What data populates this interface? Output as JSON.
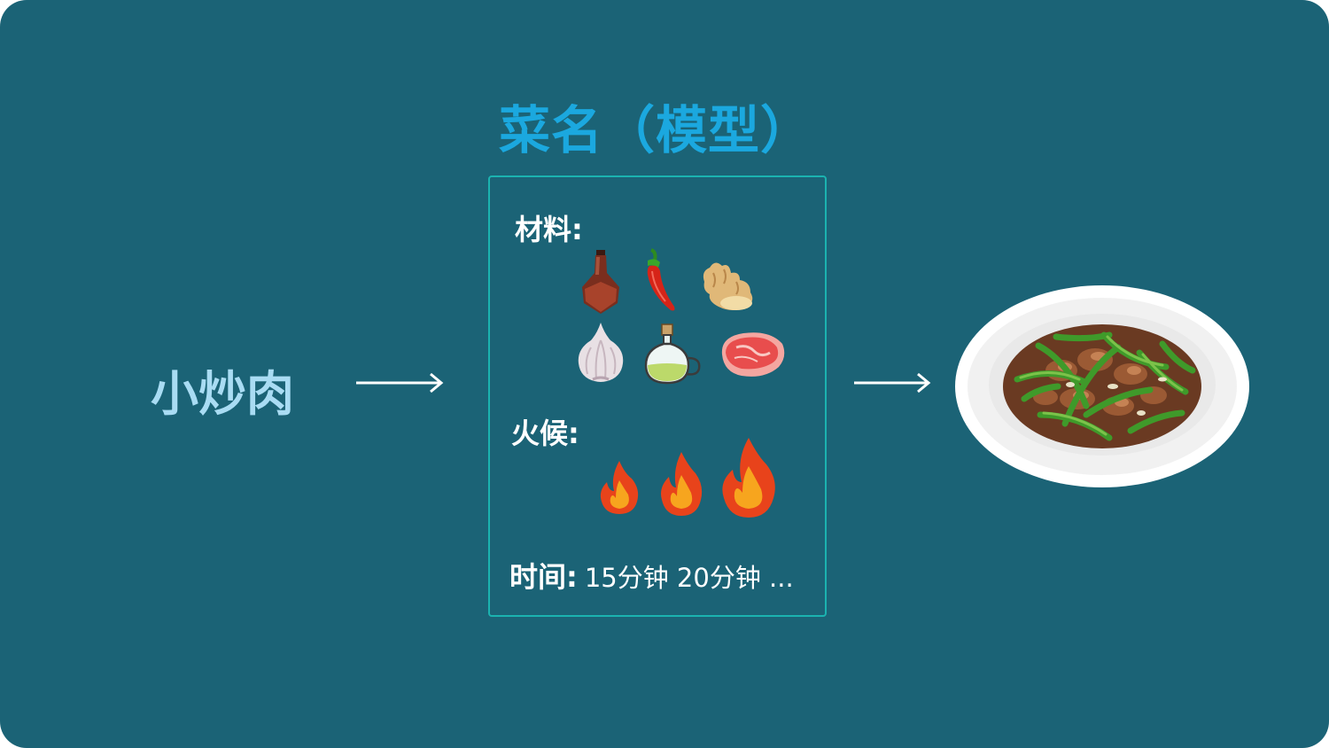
{
  "title": "菜名（模型）",
  "dish_name": "小炒肉",
  "model": {
    "materials_label": "材料:",
    "heat_label": "火候:",
    "time_label": "时间:",
    "time_value": "15分钟  20分钟  ..."
  },
  "ingredients": [
    {
      "name": "soy-sauce-bottle-icon"
    },
    {
      "name": "red-chili-icon"
    },
    {
      "name": "ginger-icon"
    },
    {
      "name": "garlic-icon"
    },
    {
      "name": "oil-bottle-icon"
    },
    {
      "name": "raw-meat-icon"
    }
  ],
  "heat_levels": [
    "low",
    "medium",
    "high"
  ],
  "colors": {
    "background": "#1b6376",
    "title": "#1ba8df",
    "dish_name": "#a9dcf3",
    "box_border": "#1bb3b0"
  }
}
